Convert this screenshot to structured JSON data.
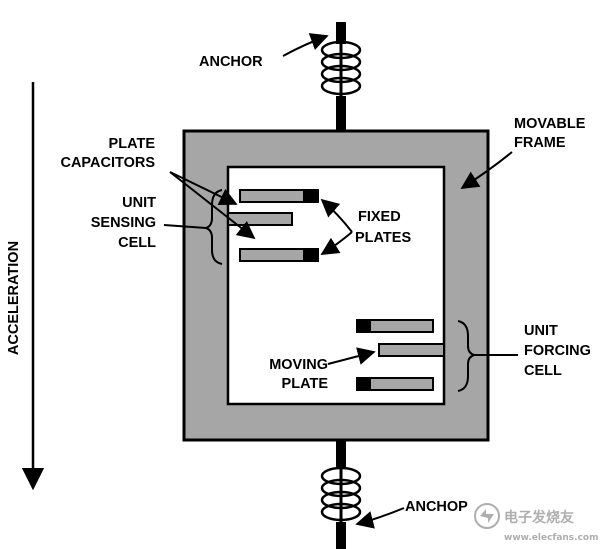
{
  "labels": {
    "anchor_top": "ANCHOR",
    "anchor_bottom": "ANCHOP",
    "movable_frame": [
      "MOVABLE",
      "FRAME"
    ],
    "plate_capacitors": [
      "PLATE",
      "CAPACITORS"
    ],
    "unit_sensing_cell": [
      "UNIT",
      "SENSING",
      "CELL"
    ],
    "fixed_plates": [
      "FIXED",
      "PLATES"
    ],
    "moving_plate": [
      "MOVING",
      "PLATE"
    ],
    "unit_forcing_cell": [
      "UNIT",
      "FORCING",
      "CELL"
    ],
    "acceleration": "ACCELERATION"
  },
  "watermark": {
    "text": "电子发烧友",
    "url": "www.elecfans.com"
  },
  "colors": {
    "frame_fill": "#a6a6a6",
    "plate_fill": "#a6a6a6",
    "line": "#000000",
    "inner_fill": "#ffffff"
  }
}
